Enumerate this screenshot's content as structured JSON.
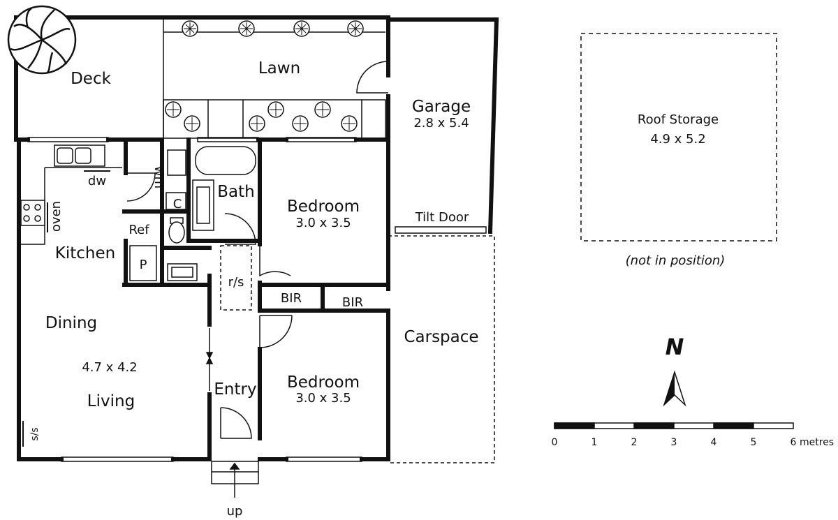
{
  "plan": {
    "rooms": {
      "deck": "Deck",
      "lawn": "Lawn",
      "garage": "Garage",
      "garage_size": "2.8 x 5.4",
      "roof_storage": "Roof Storage",
      "roof_storage_size": "4.9 x 5.2",
      "roof_storage_note": "(not in position)",
      "bath": "Bath",
      "bedroom1": "Bedroom",
      "bedroom1_size": "3.0 x 3.5",
      "tilt_door": "Tilt Door",
      "kitchen": "Kitchen",
      "ref": "Ref",
      "pantry": "P",
      "cupboard": "C",
      "rs": "r/s",
      "bir1": "BIR",
      "bir2": "BIR",
      "dining": "Dining",
      "living_size": "4.7 x 4.2",
      "living": "Living",
      "entry": "Entry",
      "bedroom2": "Bedroom",
      "bedroom2_size": "3.0 x 3.5",
      "carspace": "Carspace",
      "up": "up",
      "dw": "dw",
      "wm": "wm",
      "oven": "oven",
      "ss": "s/s"
    },
    "compass": {
      "label": "N"
    },
    "scale": {
      "ticks": [
        "0",
        "1",
        "2",
        "3",
        "4",
        "5",
        "6"
      ],
      "unit": "metres"
    }
  }
}
